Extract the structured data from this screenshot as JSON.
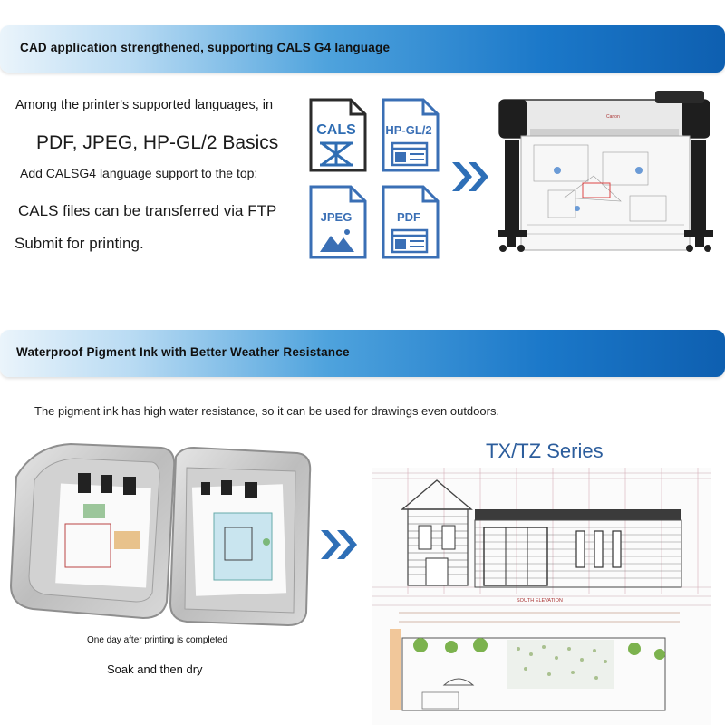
{
  "section1": {
    "banner_title": "CAD application strengthened, supporting CALS G4 language",
    "lines": [
      "Among the printer's supported languages, in",
      "PDF, JPEG, HP-GL/2 Basics",
      "Add CALSG4 language support to the top;",
      "CALS files can be transferred via FTP",
      "Submit for printing."
    ],
    "file_icons": [
      "CALS",
      "HP-GL/2",
      "JPEG",
      "PDF"
    ],
    "printer_brand": "Canon"
  },
  "section2": {
    "banner_title": "Waterproof Pigment Ink with Better Weather Resistance",
    "description": "The pigment ink has high water resistance, so it can be used for drawings even outdoors.",
    "caption_small": "One day after printing is completed",
    "caption": "Soak and then dry",
    "series_title": "TX/TZ Series",
    "drawing_label": "SOUTH ELEVATION"
  },
  "colors": {
    "accent_blue": "#1b78c9",
    "icon_blue": "#3a6fb5",
    "chevron_blue": "#2e6fb7",
    "series_blue": "#2c5d9c"
  }
}
